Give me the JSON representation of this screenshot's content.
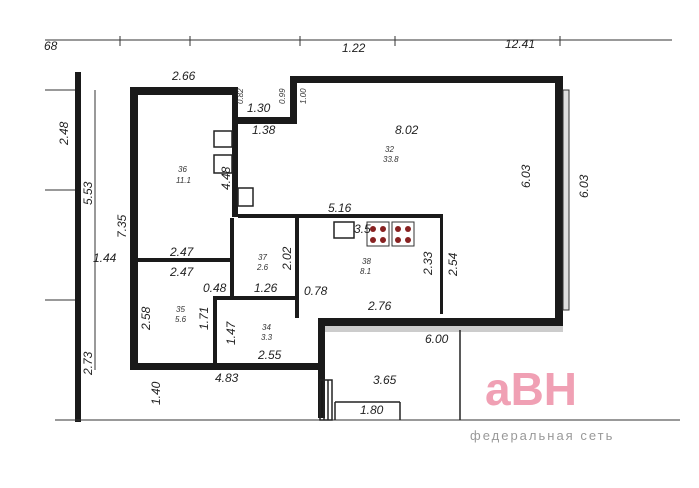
{
  "plan": {
    "top_dims": [
      "68",
      "1.22",
      "12.41"
    ],
    "left_dims": [
      "2.48",
      "5.53",
      "1.44",
      "2.73",
      "7.35",
      "1.40"
    ],
    "bedroom": {
      "width_top": "2.66",
      "code": "36",
      "area": "11.1",
      "height": "4.48",
      "width_bottom": "2.47"
    },
    "corridor": {
      "w1": "1.30",
      "w2": "1.38",
      "h1": "0.82",
      "h2": "0.99",
      "h3": "1.00"
    },
    "living": {
      "width": "8.02",
      "code": "32",
      "area": "33.8",
      "height": "6.03",
      "height_outer": "6.03"
    },
    "kitchen": {
      "width": "5.16",
      "niche": "3.5",
      "code": "38",
      "area": "8.1",
      "h1": "2.33",
      "h2": "2.54",
      "bottom": "2.76"
    },
    "bath": {
      "code": "37",
      "area": "2.6",
      "height": "2.02",
      "width": "1.26"
    },
    "hall": {
      "width": "2.47",
      "code": "35",
      "area": "5.6",
      "h1": "2.58",
      "h2": "1.71",
      "gap": "0.48"
    },
    "wc": {
      "code": "34",
      "area": "3.3",
      "height": "1.47",
      "width": "2.55",
      "gap": "0.78"
    },
    "bottom": {
      "width": "4.83",
      "stair_w": "6.00",
      "stair_h": "3.65",
      "stair_b": "1.80"
    }
  },
  "watermark": {
    "logo": "аВН",
    "tagline": "федеральная сеть"
  }
}
